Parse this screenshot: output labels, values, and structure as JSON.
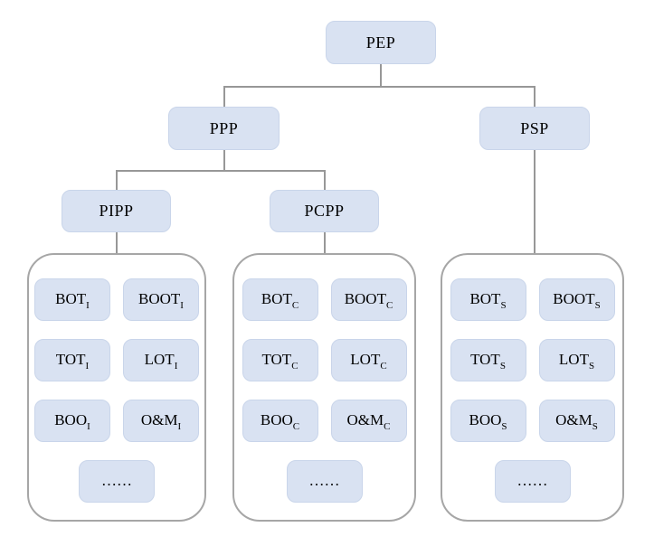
{
  "colors": {
    "node_fill": "#d9e2f2",
    "node_border": "#c9d5ea",
    "container_border": "#a6a6a6",
    "connector": "#979797",
    "text": "#000000",
    "background": "#ffffff"
  },
  "tree": {
    "root": "PEP",
    "branch_left": "PPP",
    "branch_right": "PSP",
    "sub_left": "PIPP",
    "sub_right": "PCPP"
  },
  "groups": [
    {
      "parent": "PIPP",
      "items": [
        {
          "base": "BOT",
          "sub": "I"
        },
        {
          "base": "BOOT",
          "sub": "I"
        },
        {
          "base": "TOT",
          "sub": "I"
        },
        {
          "base": "LOT",
          "sub": "I"
        },
        {
          "base": "BOO",
          "sub": "I"
        },
        {
          "base": "O&M",
          "sub": "I"
        },
        {
          "base": "……",
          "sub": ""
        }
      ]
    },
    {
      "parent": "PCPP",
      "items": [
        {
          "base": "BOT",
          "sub": "C"
        },
        {
          "base": "BOOT",
          "sub": "C"
        },
        {
          "base": "TOT",
          "sub": "C"
        },
        {
          "base": "LOT",
          "sub": "C"
        },
        {
          "base": "BOO",
          "sub": "C"
        },
        {
          "base": "O&M",
          "sub": "C"
        },
        {
          "base": "……",
          "sub": ""
        }
      ]
    },
    {
      "parent": "PSP",
      "items": [
        {
          "base": "BOT",
          "sub": "S"
        },
        {
          "base": "BOOT",
          "sub": "S"
        },
        {
          "base": "TOT",
          "sub": "S"
        },
        {
          "base": "LOT",
          "sub": "S"
        },
        {
          "base": "BOO",
          "sub": "S"
        },
        {
          "base": "O&M",
          "sub": "S"
        },
        {
          "base": "……",
          "sub": ""
        }
      ]
    }
  ]
}
